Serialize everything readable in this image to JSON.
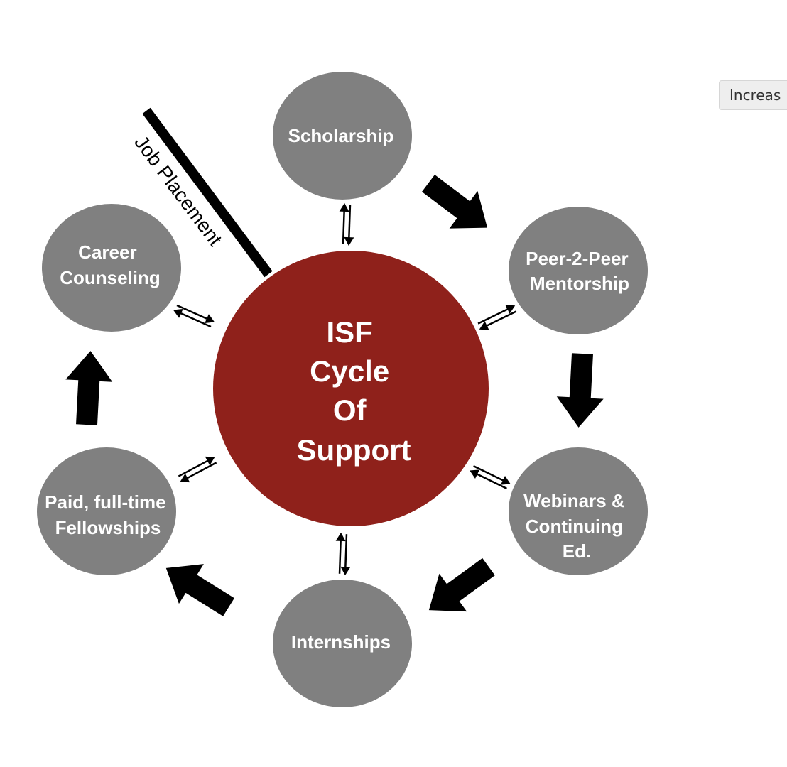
{
  "diagram": {
    "center": {
      "lines": [
        "ISF",
        "Cycle",
        "Of",
        "Support"
      ],
      "color": "#8f211b"
    },
    "node_color": "#808080",
    "nodes": [
      {
        "id": "scholarship",
        "lines": [
          "Scholarship"
        ]
      },
      {
        "id": "peer-mentorship",
        "lines": [
          "Peer-2-Peer",
          "Mentorship"
        ]
      },
      {
        "id": "webinars",
        "lines": [
          "Webinars &",
          "Continuing",
          "Ed."
        ]
      },
      {
        "id": "internships",
        "lines": [
          "Internships"
        ]
      },
      {
        "id": "fellowships",
        "lines": [
          "Paid, full-time",
          "Fellowships"
        ]
      },
      {
        "id": "career-counseling",
        "lines": [
          "Career",
          "Counseling"
        ]
      }
    ],
    "job_placement_label": "Job Placement"
  },
  "side_tab": {
    "label": "Increas"
  }
}
